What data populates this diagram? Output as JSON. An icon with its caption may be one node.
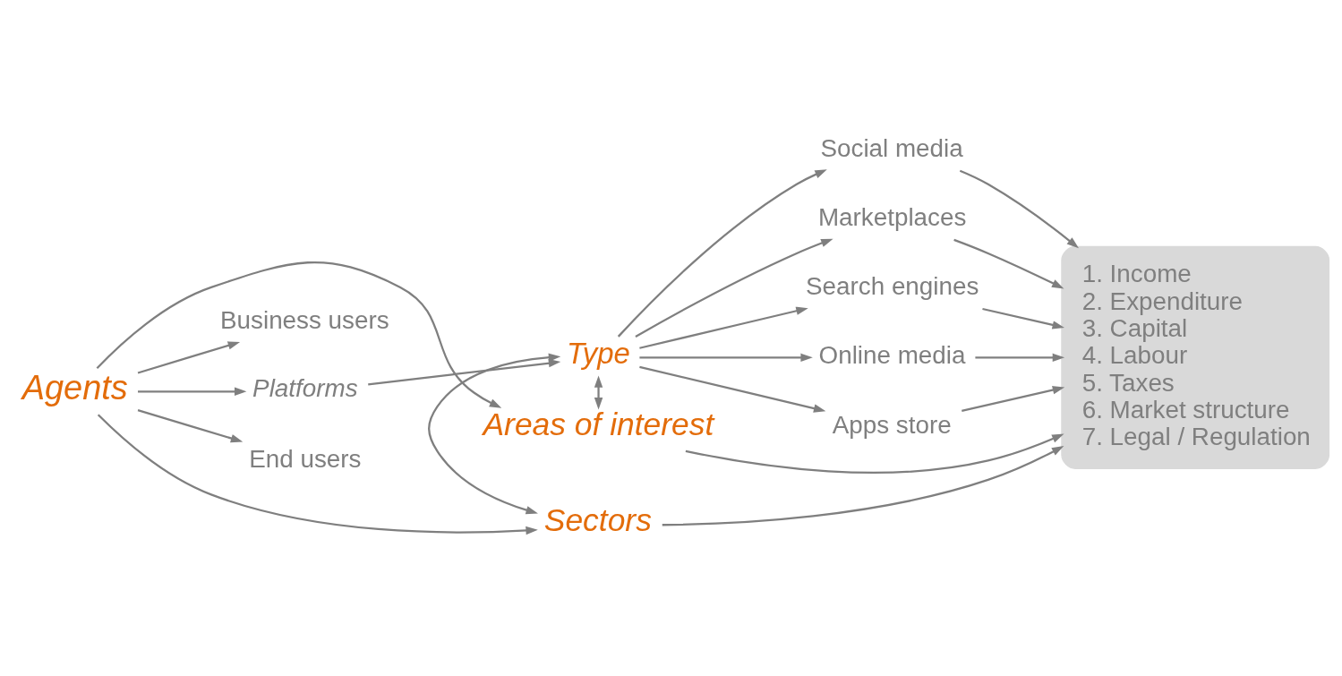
{
  "diagram": {
    "nodes": [
      {
        "text": [
          "Agents"
        ]
      },
      {
        "text": [
          "Areas of interest"
        ]
      },
      {
        "text": [
          "Business users"
        ]
      },
      {
        "text": [
          "Platforms"
        ]
      },
      {
        "text": [
          "End users"
        ]
      },
      {
        "text": [
          "Type"
        ]
      },
      {
        "text": [
          "Social media"
        ]
      },
      {
        "text": [
          "Marketplaces"
        ]
      },
      {
        "text": [
          "Search engines"
        ]
      },
      {
        "text": [
          "Online media"
        ]
      },
      {
        "text": [
          "Apps store"
        ]
      },
      {
        "text": [
          "Sectors"
        ]
      },
      {
        "text": [
          "1. Income",
          "2. Expenditure",
          "3. Capital",
          "4. Labour",
          "5. Taxes",
          "6. Market structure",
          "7. Legal / Regulation"
        ]
      }
    ],
    "edges": [
      {
        "from": 0,
        "to": 1,
        "arrow": "to"
      },
      {
        "from": 0,
        "to": 2,
        "arrow": "to"
      },
      {
        "from": 0,
        "to": 3,
        "arrow": "to"
      },
      {
        "from": 0,
        "to": 4,
        "arrow": "to"
      },
      {
        "from": 3,
        "to": 5,
        "arrow": "to"
      },
      {
        "from": 5,
        "to": 1,
        "arrow": "both"
      },
      {
        "from": 5,
        "to": 11,
        "arrow": "both"
      },
      {
        "from": 5,
        "to": 6,
        "arrow": "to"
      },
      {
        "from": 5,
        "to": 7,
        "arrow": "to"
      },
      {
        "from": 5,
        "to": 8,
        "arrow": "to"
      },
      {
        "from": 5,
        "to": 9,
        "arrow": "to"
      },
      {
        "from": 5,
        "to": 10,
        "arrow": "to"
      },
      {
        "from": 6,
        "to": 12,
        "arrow": "to"
      },
      {
        "from": 7,
        "to": 12,
        "arrow": "to"
      },
      {
        "from": 8,
        "to": 12,
        "arrow": "to"
      },
      {
        "from": 9,
        "to": 12,
        "arrow": "to"
      },
      {
        "from": 10,
        "to": 12,
        "arrow": "to"
      },
      {
        "from": 1,
        "to": 12,
        "arrow": "to"
      },
      {
        "from": 0,
        "to": 11,
        "arrow": "to"
      },
      {
        "from": 11,
        "to": 12,
        "arrow": "to"
      }
    ]
  }
}
